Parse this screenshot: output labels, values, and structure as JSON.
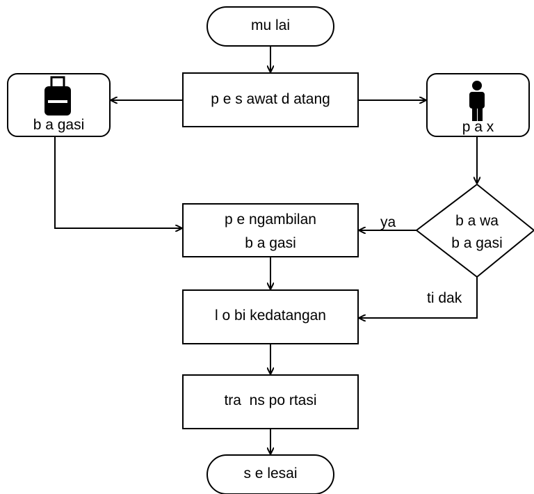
{
  "nodes": {
    "start": "mu lai",
    "arrival": "p e s awat d atang",
    "baggage": "b a gasi",
    "pax": "p a x",
    "decision_line1": "b a wa",
    "decision_line2": "b a gasi",
    "claim_line1": "p e ngambilan",
    "claim_line2": "b a gasi",
    "lobby": "l o bi kedatangan",
    "transport": "tra  ns po rtasi",
    "end": "s e lesai"
  },
  "edges": {
    "yes": "ya",
    "no": "ti dak"
  },
  "icons": {
    "baggage": "suitcase-icon",
    "pax": "person-icon"
  }
}
